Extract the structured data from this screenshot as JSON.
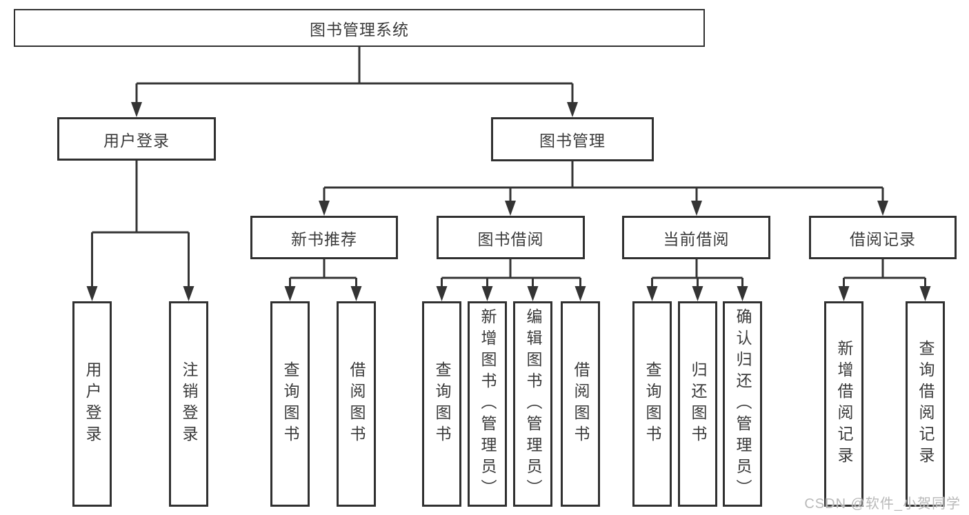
{
  "colors": {
    "bg": "#ffffff",
    "line": "#343434",
    "box-border": "#303030",
    "text": "#3a3a3a",
    "watermark": "#b9b9b9"
  },
  "watermark": "CSDN @软件_小贺同学",
  "tree": {
    "root": "图书管理系统",
    "branches": [
      {
        "label": "用户登录",
        "children": [
          "用户登录",
          "注销登录"
        ]
      },
      {
        "label": "图书管理",
        "sections": [
          {
            "label": "新书推荐",
            "children": [
              "查询图书",
              "借阅图书"
            ]
          },
          {
            "label": "图书借阅",
            "children": [
              "查询图书",
              "新增图书（管理员）",
              "编辑图书（管理员）",
              "借阅图书"
            ]
          },
          {
            "label": "当前借阅",
            "children": [
              "查询图书",
              "归还图书",
              "确认归还（管理员）"
            ]
          },
          {
            "label": "借阅记录",
            "children": [
              "新增借阅记录",
              "查询借阅记录"
            ]
          }
        ]
      }
    ]
  }
}
